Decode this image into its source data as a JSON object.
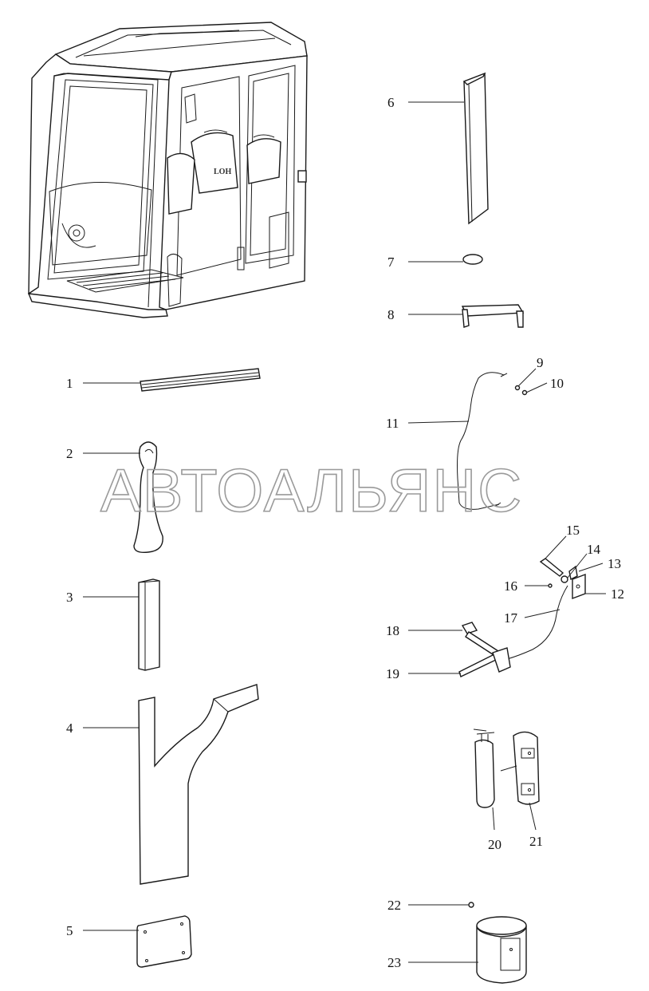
{
  "watermark": "АВТОАЛЬЯНС",
  "cab_logo_text": "LOH",
  "callouts": [
    {
      "id": "c1",
      "label": "1"
    },
    {
      "id": "c2",
      "label": "2"
    },
    {
      "id": "c3",
      "label": "3"
    },
    {
      "id": "c4",
      "label": "4"
    },
    {
      "id": "c5",
      "label": "5"
    },
    {
      "id": "c6",
      "label": "6"
    },
    {
      "id": "c7",
      "label": "7"
    },
    {
      "id": "c8",
      "label": "8"
    },
    {
      "id": "c9",
      "label": "9"
    },
    {
      "id": "c10",
      "label": "10"
    },
    {
      "id": "c11",
      "label": "11"
    },
    {
      "id": "c12",
      "label": "12"
    },
    {
      "id": "c13",
      "label": "13"
    },
    {
      "id": "c14",
      "label": "14"
    },
    {
      "id": "c15",
      "label": "15"
    },
    {
      "id": "c16",
      "label": "16"
    },
    {
      "id": "c17",
      "label": "17"
    },
    {
      "id": "c18",
      "label": "18"
    },
    {
      "id": "c19",
      "label": "19"
    },
    {
      "id": "c20",
      "label": "20"
    },
    {
      "id": "c21",
      "label": "21"
    },
    {
      "id": "c22",
      "label": "22"
    },
    {
      "id": "c23",
      "label": "23"
    }
  ]
}
